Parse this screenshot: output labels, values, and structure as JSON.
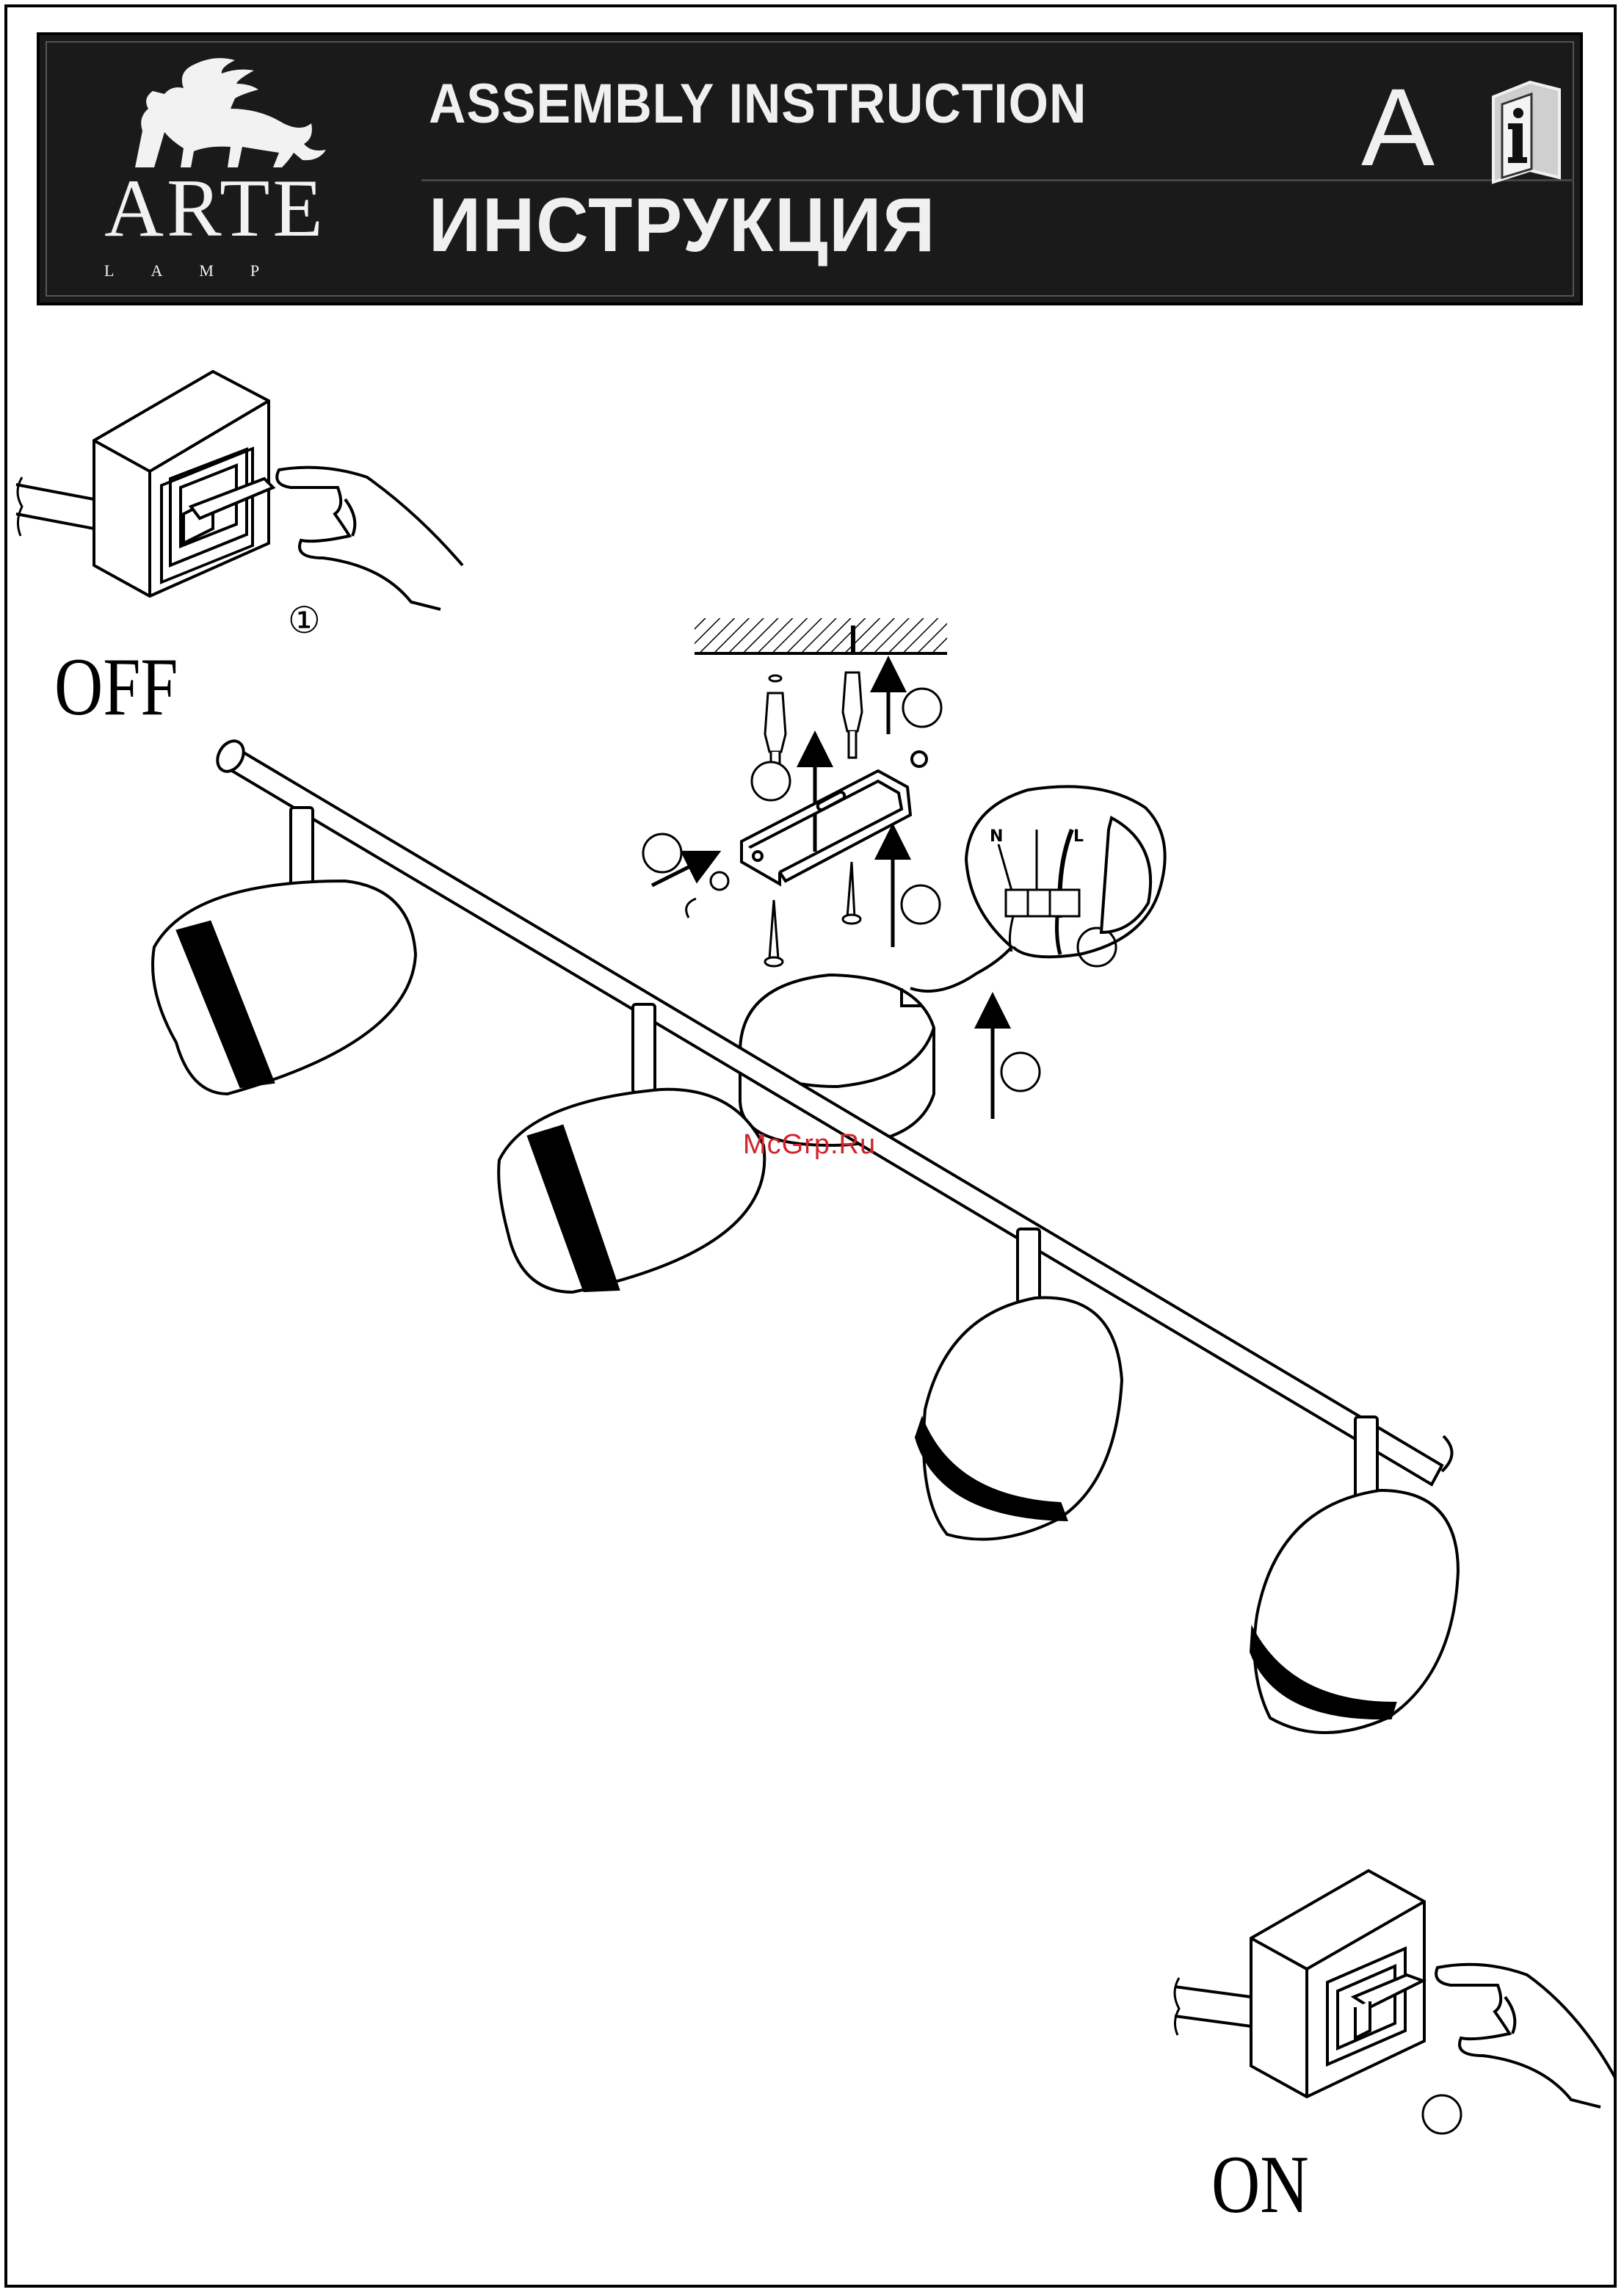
{
  "header": {
    "brand": "ARTE",
    "brand_sub": "LAMP",
    "title_en": "ASSEMBLY INSTRUCTION",
    "title_ru": "ИНСТРУКЦИЯ",
    "language_letter": "A",
    "info_icon": "info-book-icon",
    "background_color": "#1a1a1a",
    "text_color": "#f0f0f0"
  },
  "steps": {
    "off_label": "OFF",
    "on_label": "ON",
    "first_step_number": "①"
  },
  "watermark": {
    "text": "McGrp.Ru",
    "color": "#d0242a"
  },
  "wiring_labels": {
    "neutral": "N",
    "live": "L"
  },
  "icons": [
    "griffin-logo",
    "info-book-icon",
    "light-switch-icon",
    "hand-icon",
    "mounting-bracket-icon",
    "screw-icon",
    "wall-plug-icon",
    "terminal-block-icon",
    "arrow-up-icon",
    "spot-lamp-icon"
  ]
}
